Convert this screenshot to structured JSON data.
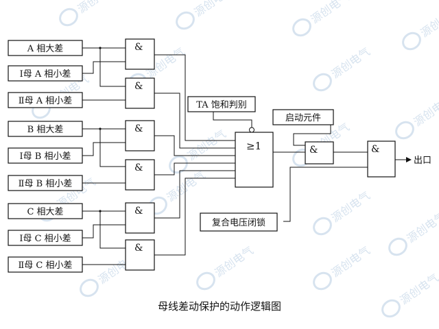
{
  "diagram": {
    "inputs": [
      "A 相大差",
      "Ⅰ母 A 相小差",
      "Ⅱ母 A 相小差",
      "B 相大差",
      "Ⅰ母 B 相小差",
      "Ⅱ母 B 相小差",
      "C 相大差",
      "Ⅰ母 C 相小差",
      "Ⅱ母 C 相小差"
    ],
    "and_symbol": "&",
    "or_symbol": "≥1",
    "ta_saturation": "TA 饱和判别",
    "start_element": "启动元件",
    "voltage_lock": "复合电压闭锁",
    "output": "出口",
    "caption": "母线差动保护的动作逻辑图"
  },
  "watermark": {
    "text": "源创电气",
    "color": "#d7e3ef"
  }
}
